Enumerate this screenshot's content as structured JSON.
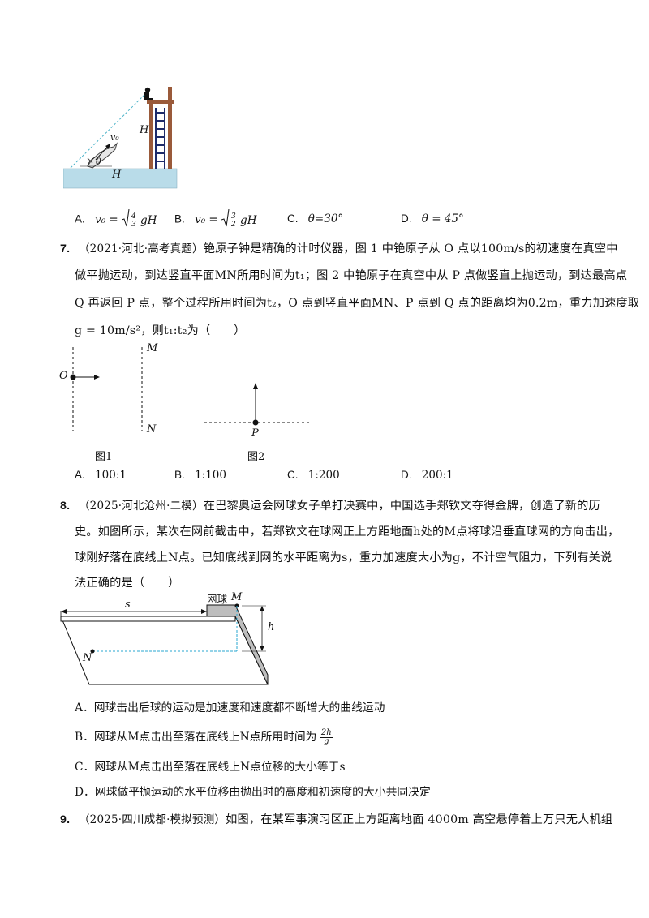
{
  "q6": {
    "fig_labels": {
      "h_vert": "H",
      "h_horiz": "H",
      "v0": "v₀",
      "theta": "θ"
    },
    "options": {
      "a_key": "A.",
      "a_expr": "v₀ = √(4/3 gH)",
      "a_lhs": "v₀ =",
      "a_num": "4",
      "a_den": "3",
      "a_rest": "gH",
      "b_key": "B.",
      "b_expr": "v₀ = √(3/2 gH)",
      "b_lhs": "v₀ =",
      "b_num": "3",
      "b_den": "2",
      "b_rest": "gH",
      "c_key": "C.",
      "c_text": "θ=30°",
      "d_key": "D.",
      "d_text": "θ = 45°"
    }
  },
  "q7": {
    "number": "7.",
    "source": "（2021·河北·高考真题）",
    "lines": [
      "铯原子钟是精确的计时仪器，图 1 中铯原子从 O 点以100m/s的初速度在真空中",
      "做平抛运动，到达竖直平面MN所用时间为t₁；图 2 中铯原子在真空中从 P 点做竖直上抛运动，到达最高点",
      "Q 再返回 P 点，整个过程所用时间为t₂，O 点到竖直平面MN、P 点到 Q 点的距离均为0.2m，重力加速度取",
      "g = 10m/s²，则t₁:t₂为（　　）"
    ],
    "fig_labels": {
      "o": "O",
      "m": "M",
      "n": "N",
      "p": "P",
      "fig1": "图1",
      "fig2": "图2"
    },
    "options": {
      "a_key": "A.",
      "a_text": "100:1",
      "b_key": "B.",
      "b_text": "1:100",
      "c_key": "C.",
      "c_text": "1:200",
      "d_key": "D.",
      "d_text": "200:1"
    }
  },
  "q8": {
    "number": "8.",
    "source": "（2025·河北沧州·二模）",
    "lines": [
      "在巴黎奥运会网球女子单打决赛中，中国选手郑钦文夺得金牌，创造了新的历",
      "史。如图所示，某次在网前截击中，若郑钦文在球网正上方距地面h处的M点将球沿垂直球网的方向击出，",
      "球刚好落在底线上N点。已知底线到网的水平距离为s，重力加速度大小为g，不计空气阻力，下列有关说",
      "法正确的是（　　）"
    ],
    "fig_labels": {
      "s": "s",
      "ball": "网球",
      "m": "M",
      "h": "h",
      "n": "N"
    },
    "options": {
      "a": "A．网球击出后球的运动是加速度和速度都不断增大的曲线运动",
      "b_prefix": "B．网球从M点击出至落在底线上N点所用时间为",
      "b_num": "2h",
      "b_den": "g",
      "c": "C．网球从M点击出至落在底线上N点位移的大小等于s",
      "d": "D．网球做平抛运动的水平位移由抛出时的高度和初速度的大小共同决定"
    }
  },
  "q9": {
    "number": "9.",
    "source": "（2025·四川成都·模拟预测）",
    "line": "如图，在某军事演习区正上方距离地面 4000m 高空悬停着上万只无人机组"
  }
}
